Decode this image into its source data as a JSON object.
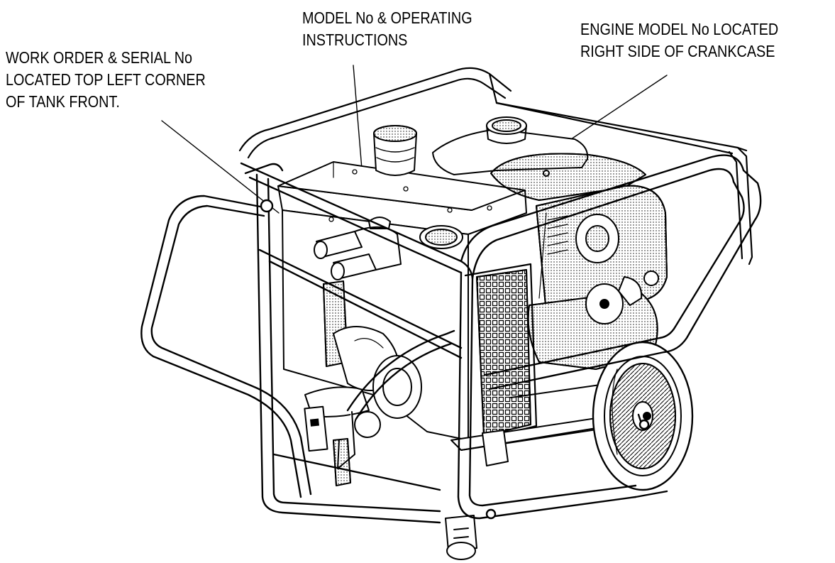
{
  "callouts": {
    "work_order": {
      "line1": "WORK  ORDER & SERIAL No",
      "line2": "LOCATED TOP LEFT CORNER",
      "line3": "OF TANK FRONT."
    },
    "model": {
      "line1": "MODEL No & OPERATING",
      "line2": "INSTRUCTIONS"
    },
    "engine": {
      "line1": "ENGINE MODEL No LOCATED",
      "line2": "RIGHT SIDE OF CRANKCASE"
    }
  },
  "colors": {
    "ink": "#000000",
    "paper": "#ffffff",
    "shade": "#cfcfcf"
  }
}
